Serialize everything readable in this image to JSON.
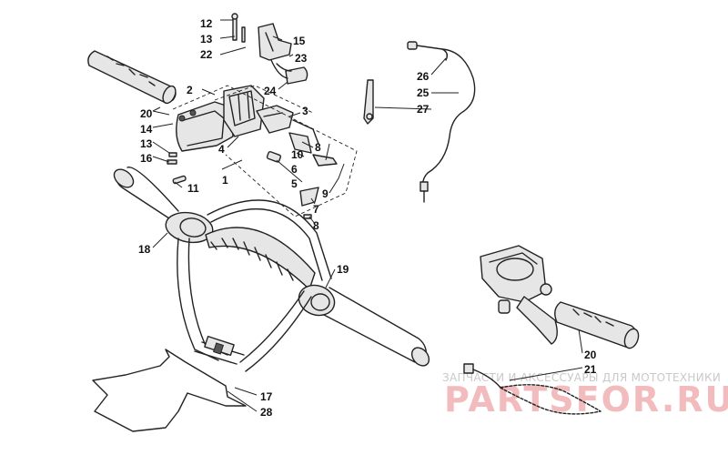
{
  "callouts": {
    "c1": "1",
    "c2": "2",
    "c3": "3",
    "c4": "4",
    "c5": "5",
    "c6": "6",
    "c7": "7",
    "c8a": "8",
    "c8b": "8",
    "c9": "9",
    "c10": "10",
    "c11": "11",
    "c12": "12",
    "c13a": "13",
    "c13b": "13",
    "c14": "14",
    "c15": "15",
    "c16": "16",
    "c17": "17",
    "c18": "18",
    "c19": "19",
    "c20a": "20",
    "c20b": "20",
    "c21": "21",
    "c22": "22",
    "c23": "23",
    "c24": "24",
    "c25": "25",
    "c26": "26",
    "c27": "27",
    "c28": "28"
  },
  "watermark": {
    "caption": "ЗАПЧАСТИ И АКСЕССУАРЫ ДЛЯ МОТОТЕХНИКИ",
    "brand": "PARTSFOR.RU",
    "brand_color": "#e8868a"
  }
}
